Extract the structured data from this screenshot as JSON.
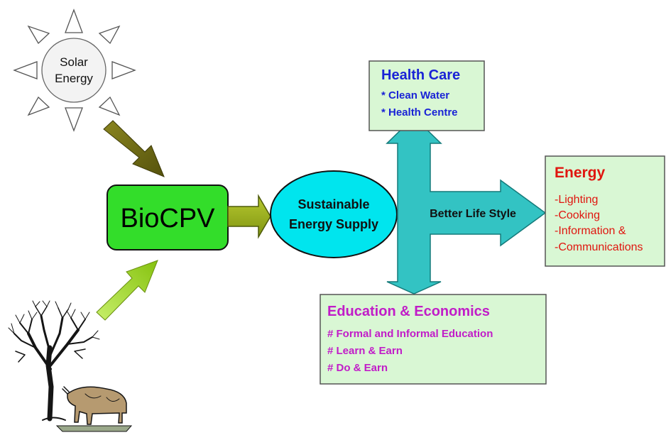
{
  "sun": {
    "label_line1": "Solar",
    "label_line2": "Energy",
    "icon": "sun-icon"
  },
  "biocpv": {
    "label": "BioCPV",
    "fill": "#33dd2a"
  },
  "supply": {
    "line1": "Sustainable",
    "line2": "Energy Supply",
    "fill": "#00e5ee"
  },
  "center": {
    "label": "Better Life Style",
    "fill": "#33c3c3"
  },
  "health": {
    "title": "Health Care",
    "items": [
      "* Clean Water",
      "* Health Centre"
    ],
    "color": "#1a23d6"
  },
  "energy": {
    "title": "Energy",
    "items": [
      "-Lighting",
      "-Cooking",
      "-Information &",
      "-Communications"
    ],
    "color": "#e0160f"
  },
  "education": {
    "title": "Education & Economics",
    "items": [
      "# Formal and Informal Education",
      "# Learn & Earn",
      "# Do & Earn"
    ],
    "color": "#c11cc8"
  },
  "colors": {
    "box_fill": "#d9f7d4",
    "solar_arrow": "#6e6b14",
    "bio_arrow": "#9bd31c"
  },
  "illustration": {
    "icon": "tree-and-cow-icon"
  }
}
